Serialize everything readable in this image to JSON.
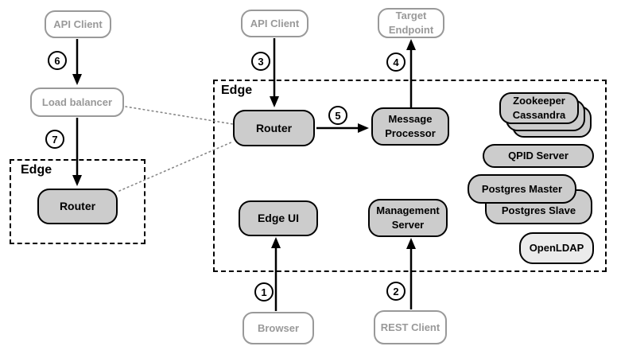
{
  "colors": {
    "background": "#ffffff",
    "node_fill": "#cccccc",
    "node_border": "#000000",
    "client_border": "#999999",
    "client_text": "#999999",
    "openldap_fill": "#ebebeb",
    "dotted_connector": "#888888"
  },
  "zones": {
    "edge_left": {
      "label": "Edge"
    },
    "edge_main": {
      "label": "Edge"
    }
  },
  "nodes": {
    "api_client_left": "API Client",
    "load_balancer": "Load balancer",
    "router_left": "Router",
    "api_client_top": "API Client",
    "target_endpoint": "Target Endpoint",
    "router_main": "Router",
    "message_processor": "Message Processor",
    "edge_ui": "Edge UI",
    "management_server": "Management Server",
    "zookeeper": "Zookeeper",
    "cassandra": "Cassandra",
    "qpid_server": "QPID Server",
    "postgres_master": "Postgres Master",
    "postgres_slave": "Postgres Slave",
    "openldap": "OpenLDAP",
    "browser": "Browser",
    "rest_client": "REST Client"
  },
  "steps": {
    "browser_to_edge_ui": "1",
    "rest_client_to_management_server": "2",
    "api_client_to_router": "3",
    "message_processor_to_target_endpoint": "4",
    "router_to_message_processor": "5",
    "api_client_to_load_balancer": "6",
    "load_balancer_to_router": "7"
  }
}
